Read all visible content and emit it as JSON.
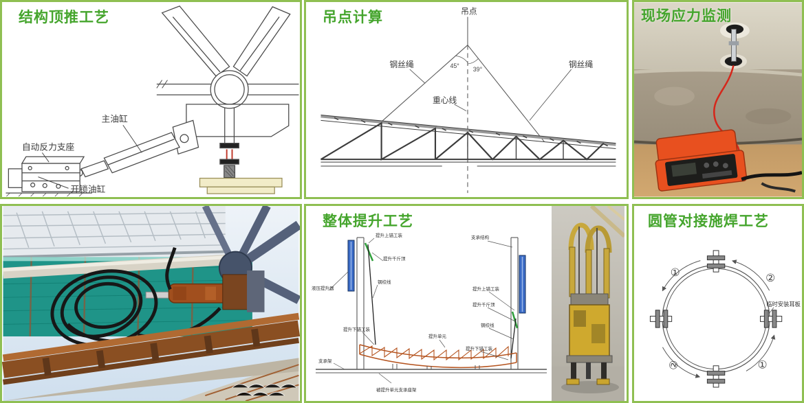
{
  "colors": {
    "panel_border": "#8fbf52",
    "title_green": "#45a52d",
    "diagram_line": "#4a4a4a",
    "truss_orange": "#b5541f",
    "strand_blue": "#3b6cc7",
    "accent_red": "#d5271b",
    "instrument_orange": "#e8501f",
    "jack_yellow": "#cfa92e",
    "netting_teal": "#1f9488"
  },
  "panels": {
    "push_process": {
      "title": "结构顶推工艺",
      "labels": {
        "main_cylinder": "主油缸",
        "auto_reaction_support": "自动反力支座",
        "unlock_cylinder": "开锁油缸"
      }
    },
    "hoist_calc": {
      "title": "吊点计算",
      "labels": {
        "hoist_point": "吊点",
        "wire_rope_left": "钢丝绳",
        "wire_rope_right": "钢丝绳",
        "gravity_center_line": "重心线",
        "angle_left": "45°",
        "angle_right": "39°"
      }
    },
    "stress_monitoring": {
      "title": "现场应力监测"
    },
    "integral_lifting": {
      "title": "整体提升工艺",
      "labels": {
        "upper_anchor_left": "提升上锚工装",
        "jack_left": "提升千斤顶",
        "strand_left": "钢绞线",
        "lower_anchor_left": "提升下锚工装",
        "lifter_left": "液压提升器",
        "support_structure": "支承结构",
        "upper_anchor_right": "提升上锚工装",
        "jack_right": "提升千斤顶",
        "strand_right": "钢绞线",
        "lower_anchor_right": "提升下锚工装",
        "lifted_unit": "提升单元",
        "support_frame": "支承架",
        "base_note": "被提升单元支承座架"
      }
    },
    "pipe_welding": {
      "title": "圆管对接施焊工艺",
      "labels": {
        "step1_top_left": "①",
        "step2_top_right": "②",
        "step2_bottom_left": "②",
        "step1_bottom_right": "①",
        "ear_plate": "临时安装耳板"
      }
    }
  }
}
